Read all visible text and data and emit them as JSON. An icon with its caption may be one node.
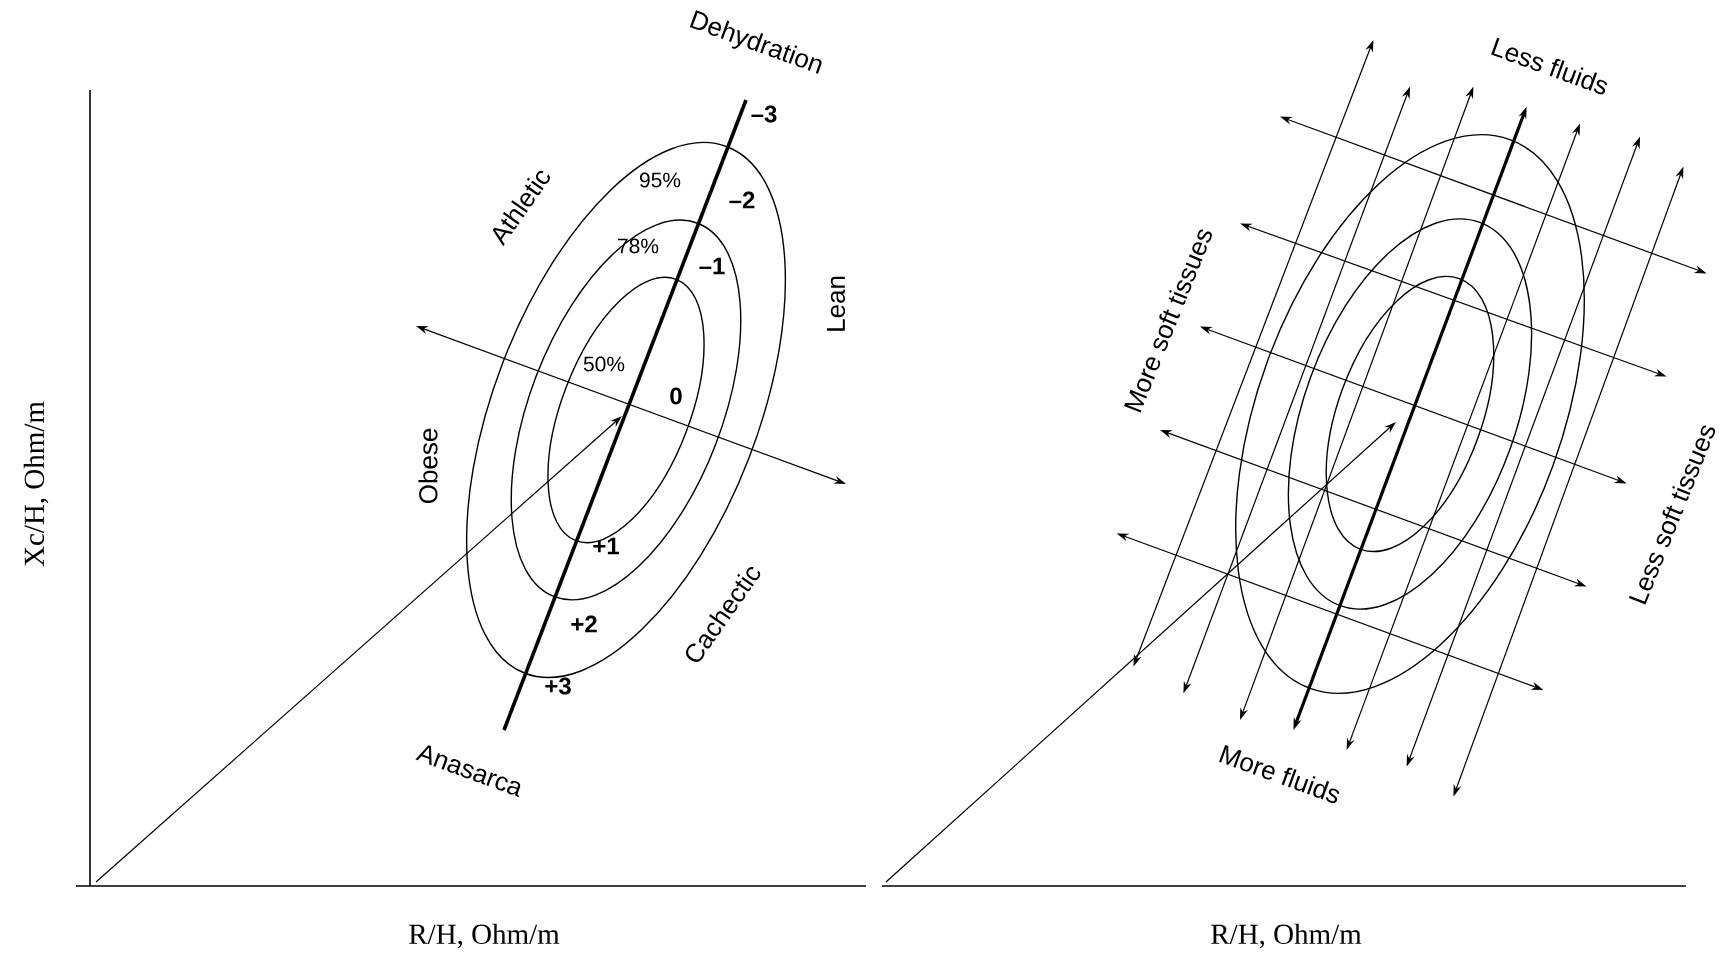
{
  "diagram": {
    "labels": [
      "Dehydration",
      "–3",
      "Athletic",
      "95%",
      "–2",
      "78%",
      "–1",
      "Lean",
      "50%",
      "0",
      "Obese",
      "+1",
      "+2",
      "Cachectic",
      "+3",
      "Anasarca",
      "Less fluids",
      "More soft tissues",
      "Less soft tissues",
      "More fluids",
      "Xc/H, Ohm/m",
      "R/H, Ohm/m",
      "R/H, Ohm/m"
    ]
  }
}
